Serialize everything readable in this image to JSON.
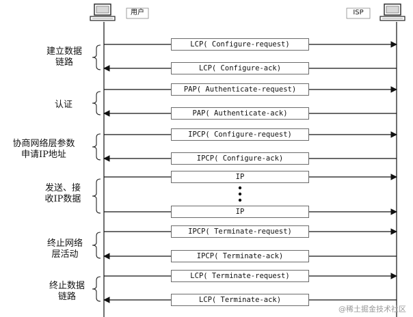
{
  "parties": {
    "left": {
      "label": "用户"
    },
    "right": {
      "label": "ISP"
    }
  },
  "phases": [
    {
      "label": "建立数据\n链路"
    },
    {
      "label": "认证"
    },
    {
      "label": "协商网络层参数\n申请IP地址"
    },
    {
      "label": "发送、接\n收IP数据"
    },
    {
      "label": "终止网络\n层活动"
    },
    {
      "label": "终止数据\n链路"
    }
  ],
  "messages": [
    {
      "label": "LCP( Configure-request)",
      "direction": "right"
    },
    {
      "label": "LCP( Configure-ack)",
      "direction": "left"
    },
    {
      "label": "PAP( Authenticate-request)",
      "direction": "right"
    },
    {
      "label": "PAP( Authenticate-ack)",
      "direction": "left"
    },
    {
      "label": "IPCP( Configure-request)",
      "direction": "right"
    },
    {
      "label": "IPCP( Configure-ack)",
      "direction": "left"
    },
    {
      "label": "IP",
      "direction": "right"
    },
    {
      "label": "IP",
      "direction": "right"
    },
    {
      "label": "IPCP( Terminate-request)",
      "direction": "right"
    },
    {
      "label": "IPCP( Terminate-ack)",
      "direction": "left"
    },
    {
      "label": "LCP( Terminate-request)",
      "direction": "right"
    },
    {
      "label": "LCP( Terminate-ack)",
      "direction": "left"
    }
  ],
  "watermark": "@稀土掘金技术社区"
}
